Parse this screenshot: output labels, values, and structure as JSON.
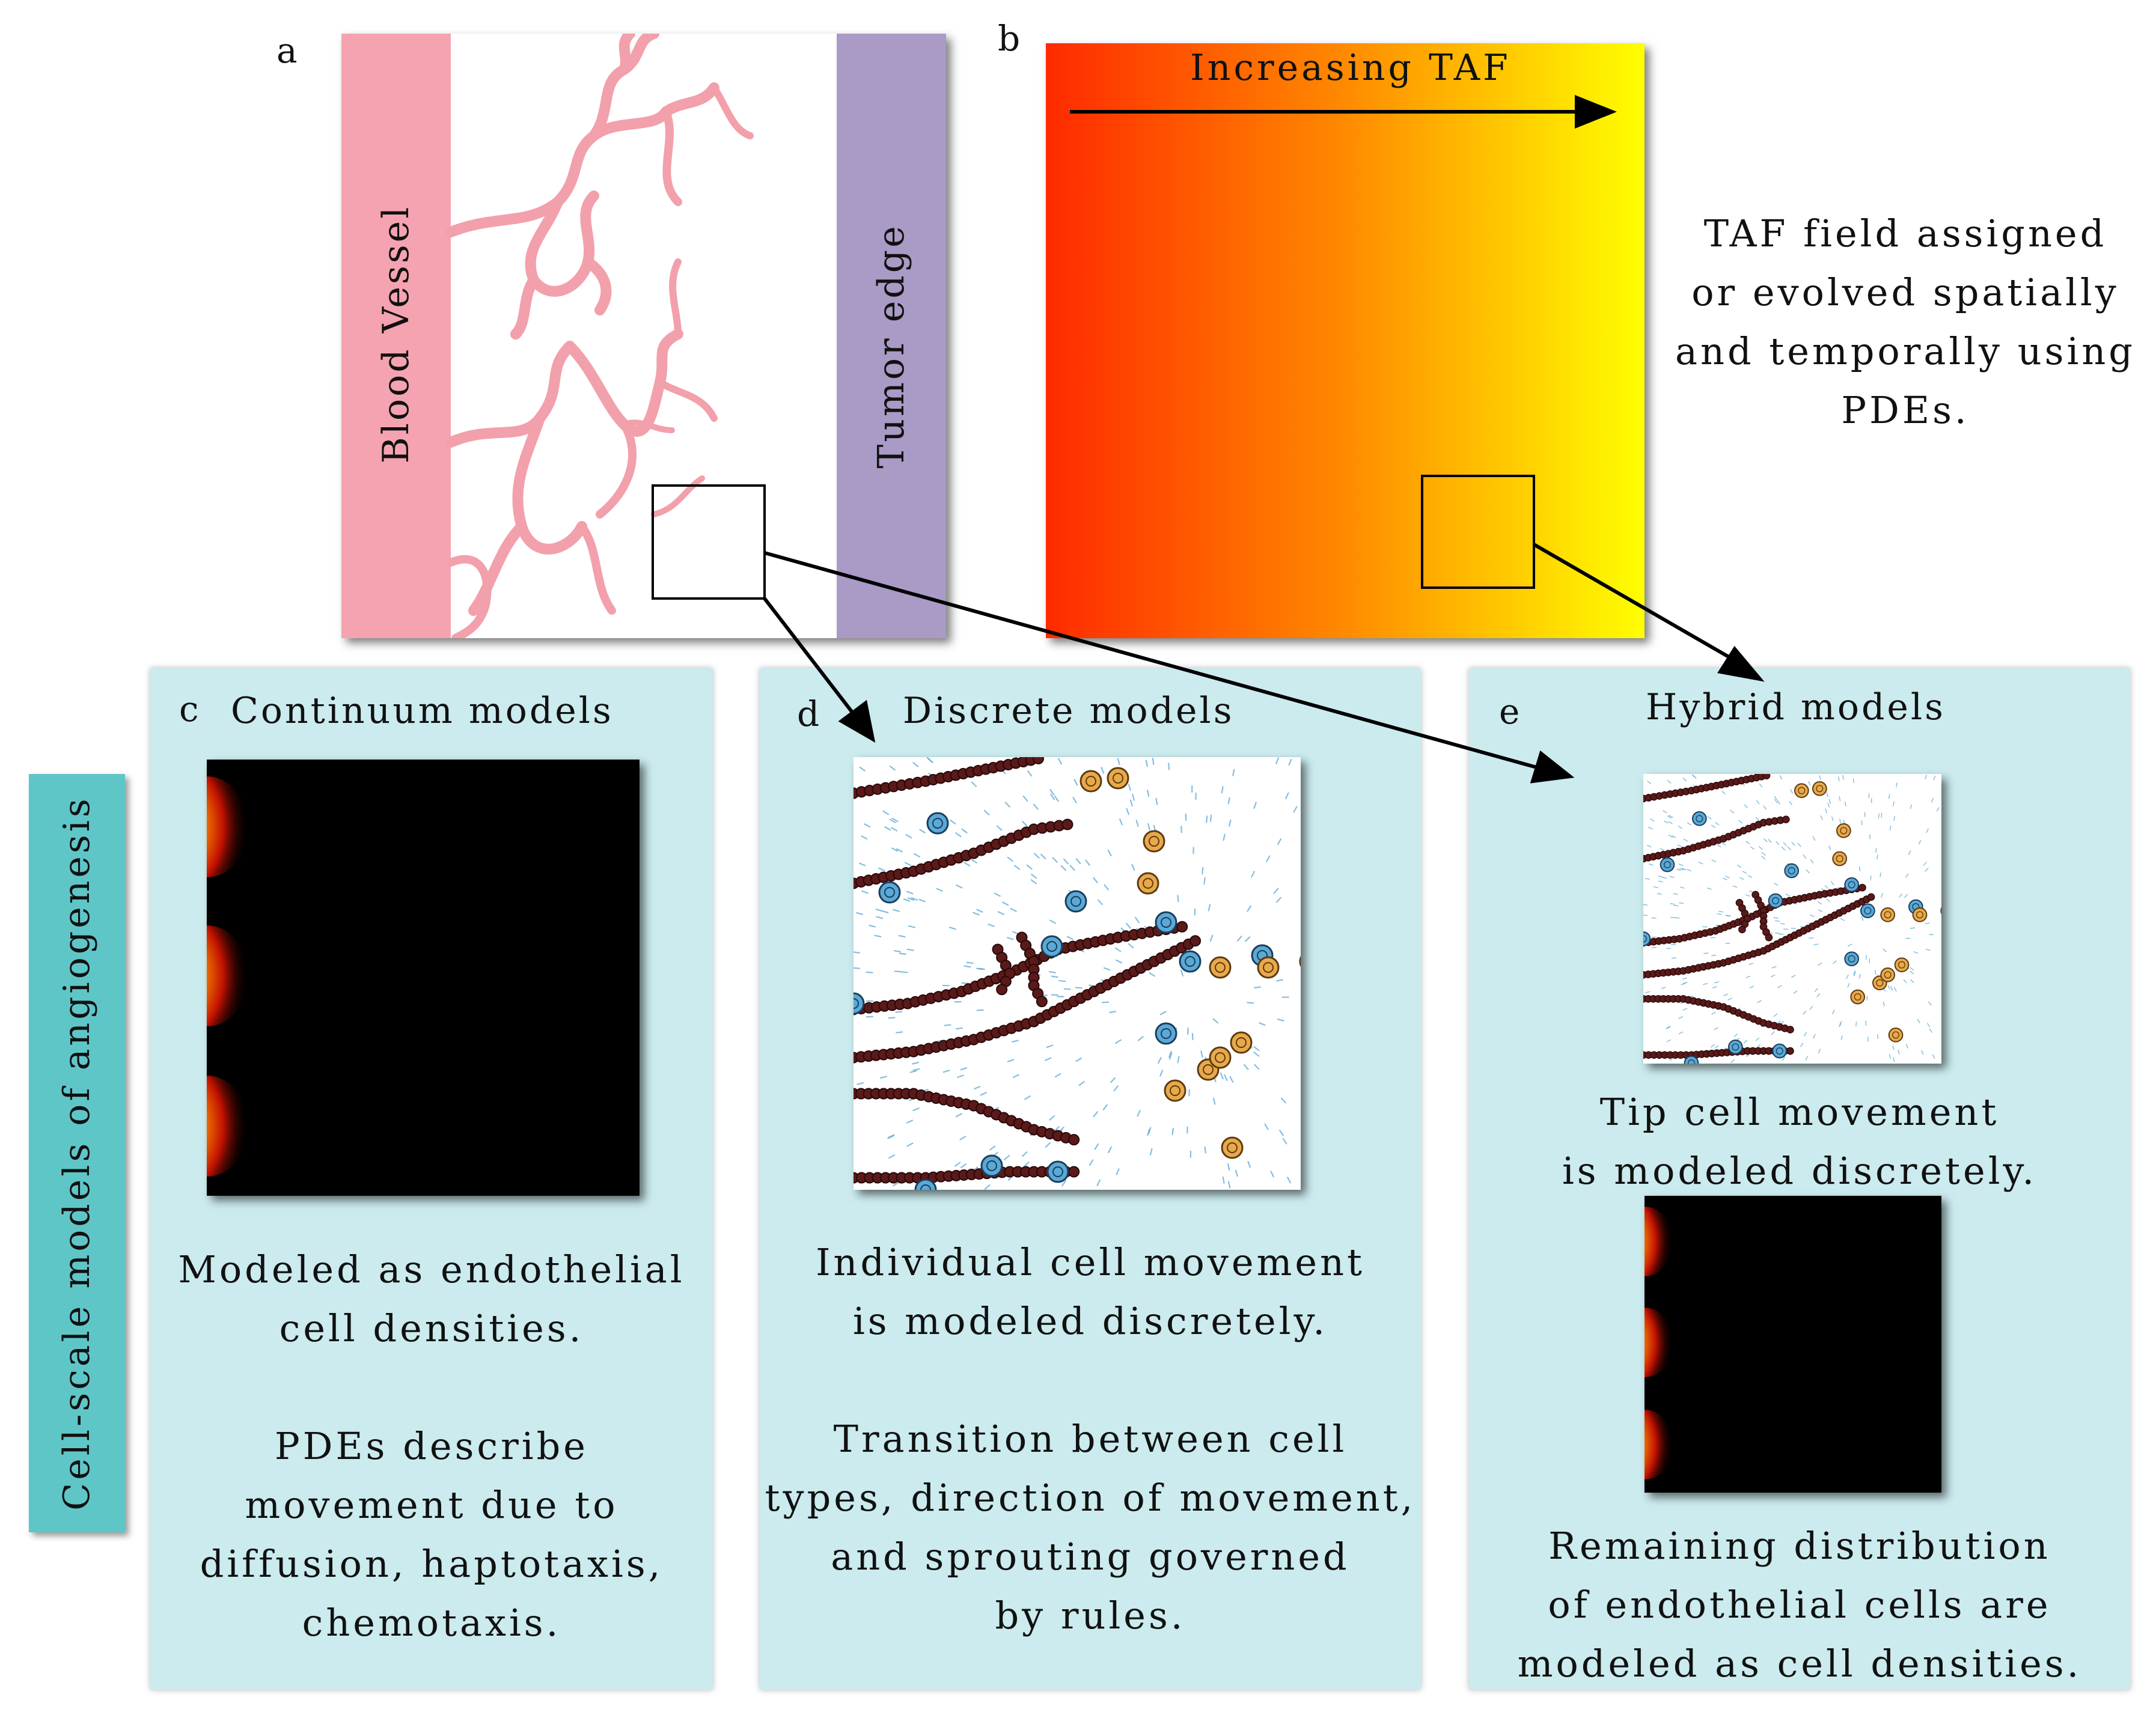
{
  "panel_a": {
    "letter": "a",
    "left_label": "Blood Vessel",
    "right_label": "Tumor edge"
  },
  "panel_b": {
    "letter": "b",
    "arrow_label": "Increasing TAF",
    "side_text": [
      "TAF field assigned",
      "or evolved spatially",
      "and temporally using",
      "PDEs."
    ]
  },
  "side_label": "Cell-scale models of angiogenesis",
  "panel_c": {
    "letter": "c",
    "title": "Continuum models",
    "text_lines": [
      "Modeled as endothelial",
      "cell densities.",
      "",
      "PDEs describe",
      "movement due to",
      "diffusion, haptotaxis,",
      "chemotaxis."
    ]
  },
  "panel_d": {
    "letter": "d",
    "title": "Discrete models",
    "text_lines": [
      "Individual cell movement",
      "is modeled discretely.",
      "",
      "Transition between cell",
      "types, direction of movement,",
      "and sprouting governed",
      "by rules."
    ]
  },
  "panel_e": {
    "letter": "e",
    "title": "Hybrid models",
    "mid_lines": [
      "Tip cell movement",
      "is modeled discretely."
    ],
    "bottom_lines": [
      "Remaining distribution",
      "of endothelial cells are",
      "modeled as cell densities."
    ]
  },
  "colors": {
    "vessel_band": "#f5a3b0",
    "tumor_band": "#a99ac6",
    "vessel_branch": "#f2a0ab",
    "panel_bg": "#cbebee",
    "side_label_bg": "#5fc6c8",
    "taf_low": "#ff2a00",
    "taf_high": "#ffff00",
    "bead": "#5a1a1a",
    "tip_cell_blue": "#5aa9d6",
    "tip_cell_orange": "#e8a94a"
  }
}
